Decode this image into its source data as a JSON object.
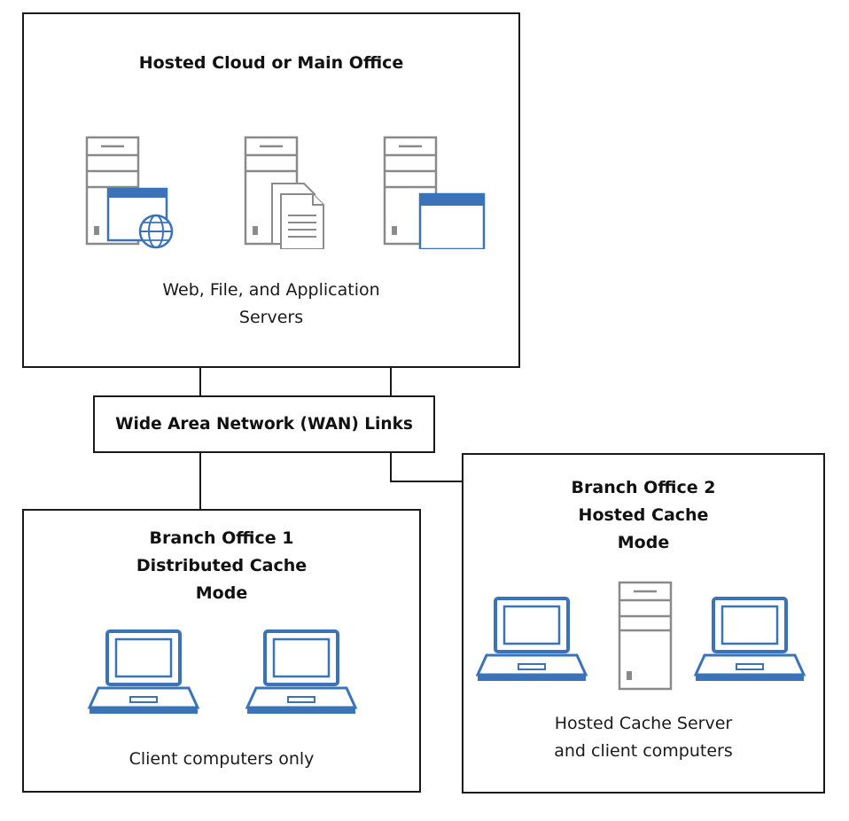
{
  "main": {
    "title": "Hosted Cloud or Main Office",
    "caption": "Web, File, and Application\nServers",
    "icons": [
      "web-server-icon",
      "file-server-icon",
      "application-server-icon"
    ]
  },
  "wan": {
    "label": "Wide Area Network (WAN) Links"
  },
  "branch1": {
    "title": "Branch Office 1\nDistributed Cache\nMode",
    "caption": "Client computers only",
    "icons": [
      "laptop-icon",
      "laptop-icon"
    ]
  },
  "branch2": {
    "title": "Branch Office 2\nHosted Cache\nMode",
    "caption": "Hosted Cache Server\nand client computers",
    "icons": [
      "laptop-icon",
      "server-icon",
      "laptop-icon"
    ]
  },
  "colors": {
    "accent_blue": "#3b73b9",
    "server_gray": "#8a8a8a",
    "border": "#1a1a1a"
  }
}
